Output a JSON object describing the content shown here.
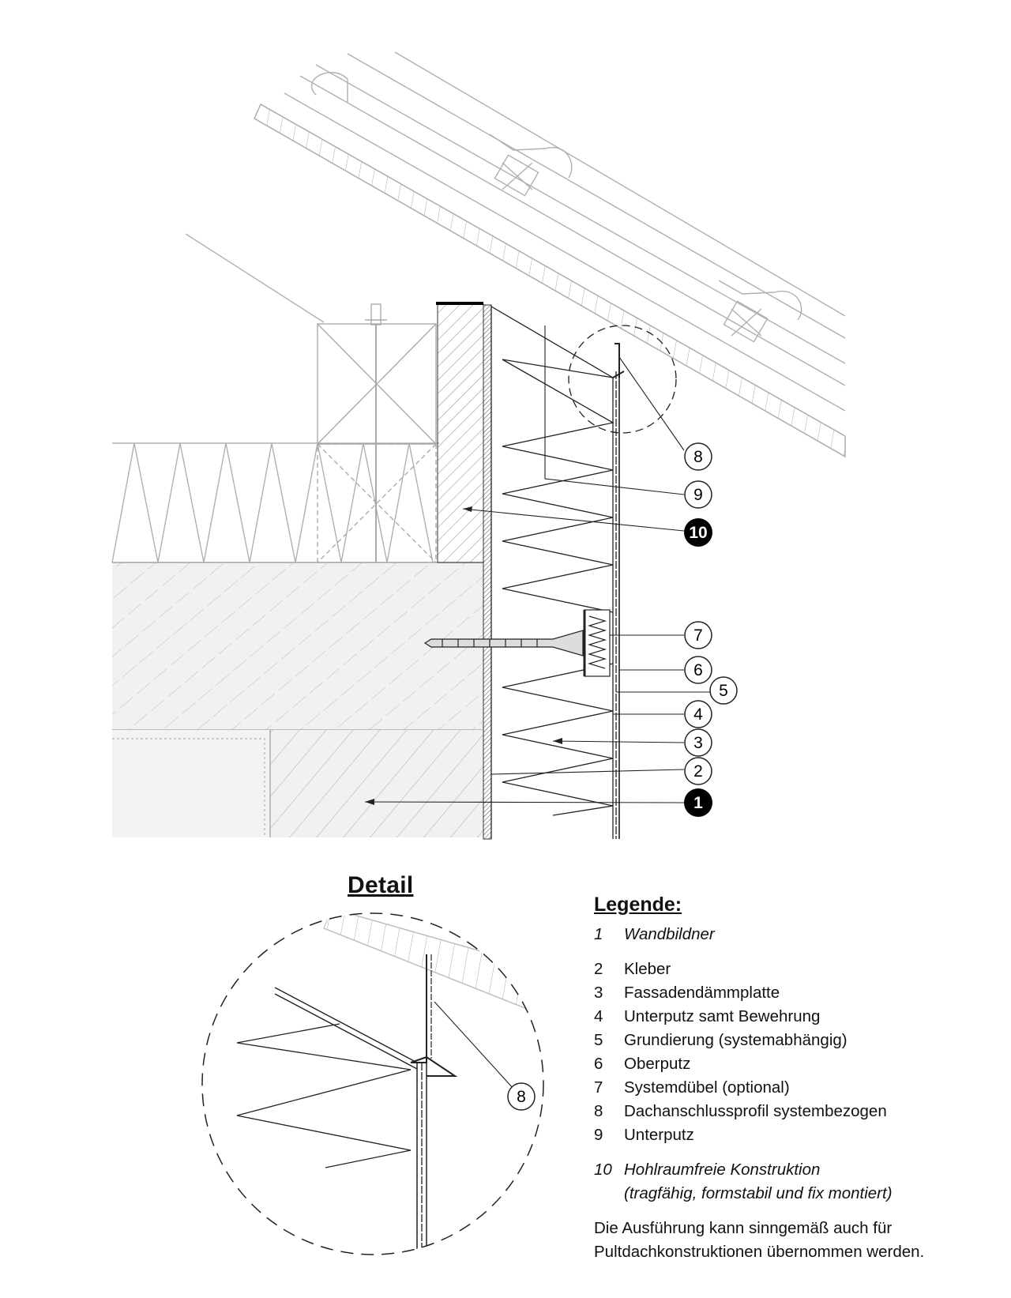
{
  "callouts": [
    "1",
    "2",
    "3",
    "4",
    "5",
    "6",
    "7",
    "8",
    "9",
    "10"
  ],
  "detail": {
    "title": "Detail",
    "callout": "8"
  },
  "legend": {
    "title": "Legende:",
    "items": [
      {
        "num": "1",
        "text": "Wandbildner"
      },
      {
        "num": "2",
        "text": "Kleber"
      },
      {
        "num": "3",
        "text": "Fassadendämmplatte"
      },
      {
        "num": "4",
        "text": "Unterputz samt Bewehrung"
      },
      {
        "num": "5",
        "text": "Grundierung (systemabhängig)"
      },
      {
        "num": "6",
        "text": "Oberputz"
      },
      {
        "num": "7",
        "text": "Systemdübel (optional)"
      },
      {
        "num": "8",
        "text": "Dachanschlussprofil systembezogen"
      },
      {
        "num": "9",
        "text": "Unterputz"
      },
      {
        "num": "10",
        "text": "Hohlraumfreie Konstruktion"
      }
    ],
    "item10_line2": "(tragfähig, formstabil und fix montiert)",
    "note_line1": "Die Ausführung kann sinngemäß auch für",
    "note_line2": "Pultdachkonstruktionen übernommen werden."
  }
}
